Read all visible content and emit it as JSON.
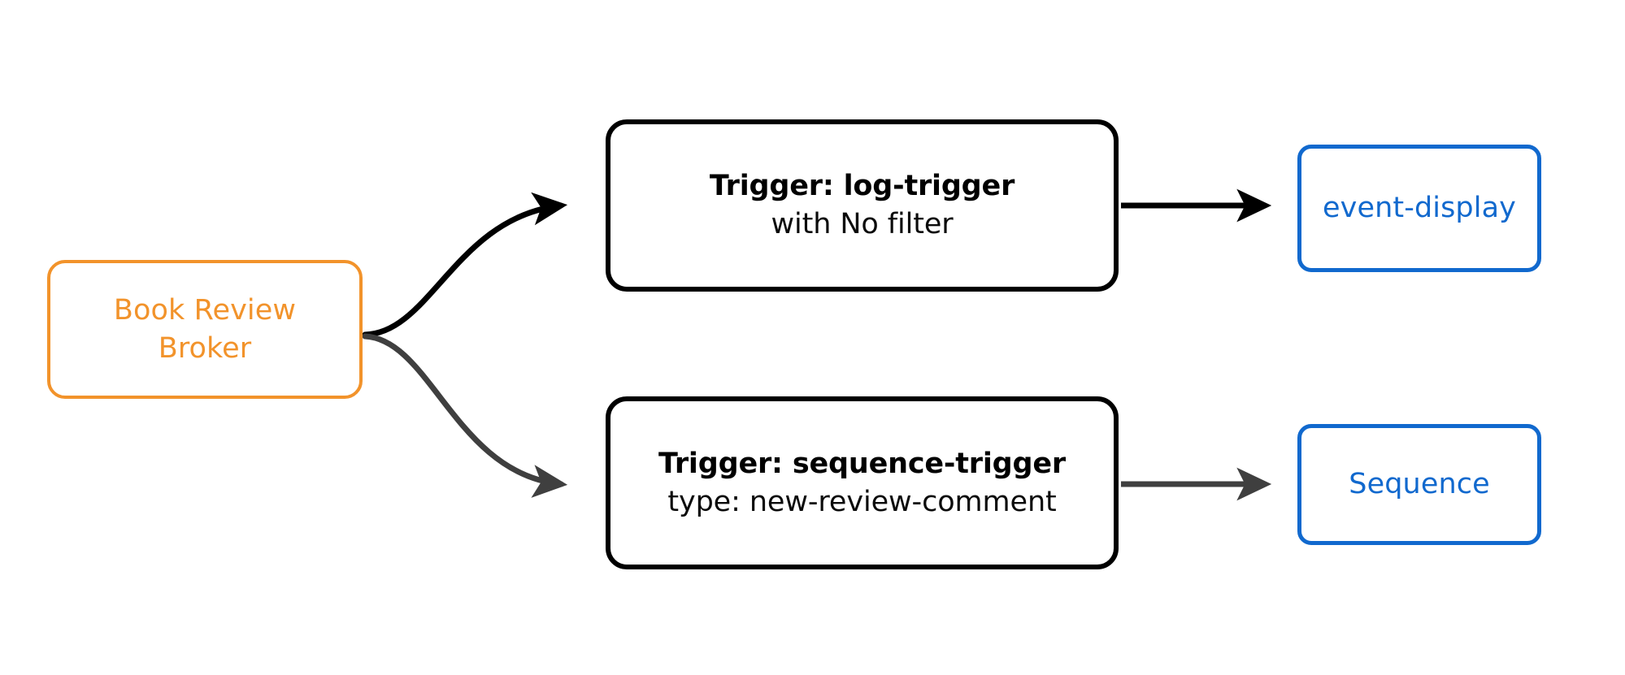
{
  "diagram": {
    "type": "flowchart",
    "direction": "left-to-right",
    "background_color": "#ffffff",
    "colors": {
      "broker_stroke": "#F2932B",
      "broker_text": "#F2932B",
      "trigger_stroke": "#000000",
      "trigger_text": "#000000",
      "sink_stroke": "#1169CE",
      "sink_text": "#1169CE",
      "edge_black": "#000000",
      "edge_gray": "#3F3F3F"
    },
    "nodes": {
      "broker": {
        "id": "book-review-broker",
        "line1": "Book Review",
        "line2": "Broker",
        "shape": "rounded-rectangle",
        "style": "orange-outline"
      },
      "trigger_log": {
        "id": "log-trigger",
        "title": "Trigger: log-trigger",
        "subtitle": "with No filter",
        "shape": "rounded-rectangle",
        "style": "black-outline"
      },
      "trigger_sequence": {
        "id": "sequence-trigger",
        "title": "Trigger: sequence-trigger",
        "subtitle": "type: new-review-comment",
        "shape": "rounded-rectangle",
        "style": "black-outline"
      },
      "sink_event_display": {
        "id": "event-display",
        "label": "event-display",
        "shape": "rounded-rectangle",
        "style": "blue-outline"
      },
      "sink_sequence": {
        "id": "sequence",
        "label": "Sequence",
        "shape": "rounded-rectangle",
        "style": "blue-outline"
      }
    },
    "edges": [
      {
        "id": "broker-to-log-trigger",
        "from": "book-review-broker",
        "to": "log-trigger",
        "label": "",
        "style": "curved",
        "color": "#000000",
        "arrowhead": "filled-triangle"
      },
      {
        "id": "broker-to-sequence-trigger",
        "from": "book-review-broker",
        "to": "sequence-trigger",
        "label": "",
        "style": "curved",
        "color": "#3F3F3F",
        "arrowhead": "filled-triangle"
      },
      {
        "id": "log-trigger-to-event-display",
        "from": "log-trigger",
        "to": "event-display",
        "label": "",
        "style": "straight",
        "color": "#000000",
        "arrowhead": "filled-triangle"
      },
      {
        "id": "sequence-trigger-to-sequence",
        "from": "sequence-trigger",
        "to": "sequence",
        "label": "",
        "style": "straight",
        "color": "#3F3F3F",
        "arrowhead": "filled-triangle"
      }
    ]
  }
}
